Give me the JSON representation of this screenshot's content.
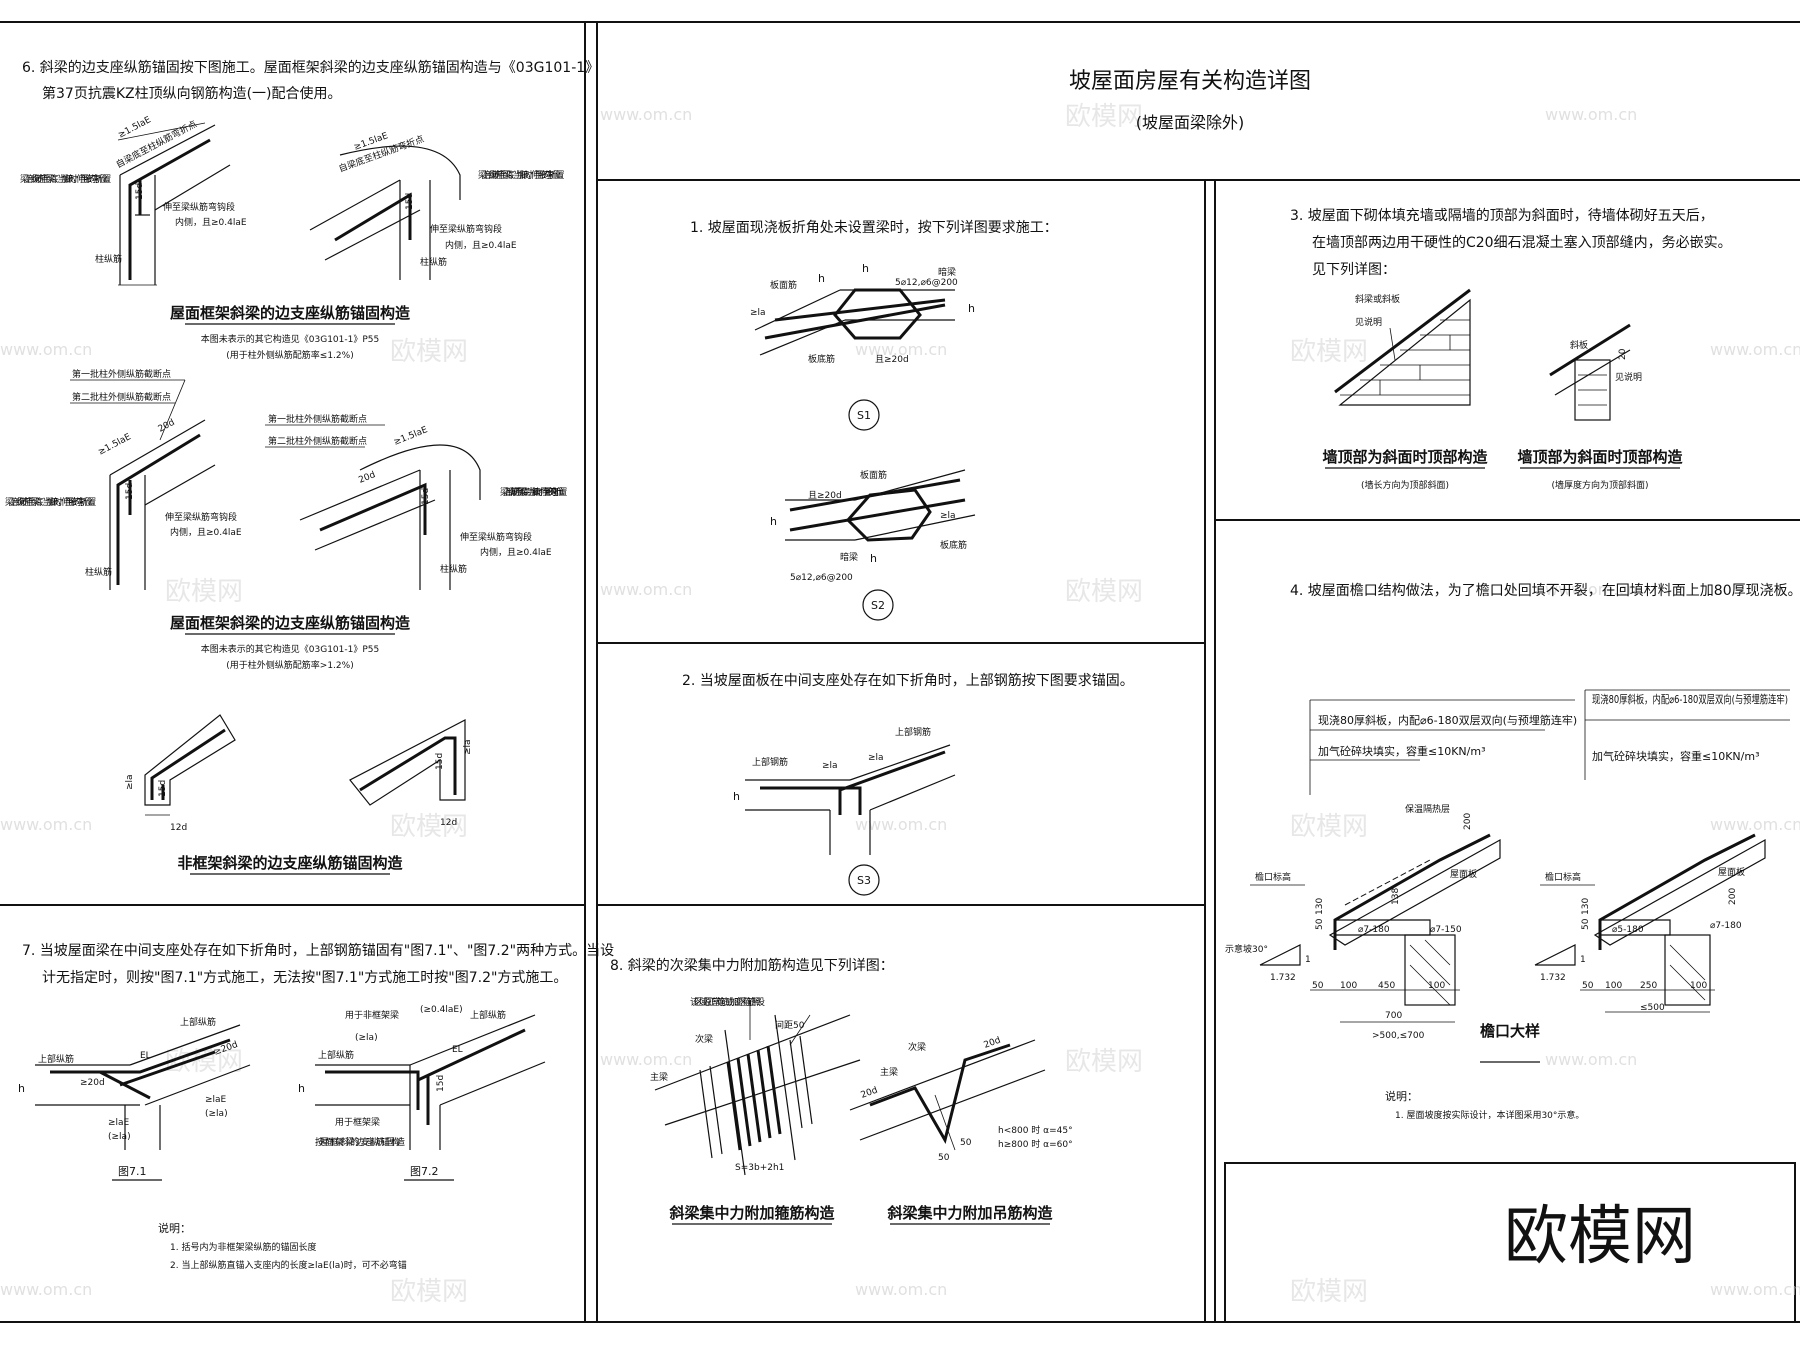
{
  "sheet": {
    "title": "坡屋面房屋有关构造详图",
    "subtitle": "(坡屋面梁除外)",
    "logo_text": "欧模网"
  },
  "watermarks": [
    "www.om.cn",
    "欧模网"
  ],
  "sections": {
    "s6": {
      "text_line1": "6. 斜梁的边支座纵筋锚固按下图施工。屋面框架斜梁的边支座纵筋锚固构造与《03G101-1》",
      "text_line2": "第37页抗震KZ柱顶纵向钢筋构造(一)配合使用。",
      "caption_a": "屋面框架斜梁的边支座纵筋锚固构造",
      "note_a1": "本图未表示的其它构造见《03G101-1》P55",
      "note_a2": "(用于柱外侧纵筋配筋率≤1.2%)",
      "caption_b": "屋面框架斜梁的边支座纵筋锚固构造",
      "note_b1": "本图未表示的其它构造见《03G101-1》P55",
      "note_b2": "(用于柱外侧纵筋配筋率>1.2%)",
      "caption_c": "非框架斜梁的边支座纵筋锚固构造",
      "labels": {
        "l15lae": "≥1.5laE",
        "l15d": "15d",
        "l12d": "12d",
        "lla": "≥la",
        "kz_top": "柱纵筋",
        "beam_top": "梁上部纵筋伸至梁底，当加腋时，伸至腋的弯折位置。",
        "inner": "内侧，且≥0.4laE",
        "extend": "伸至梁纵筋弯钩段",
        "self": "自梁底至柱纵筋弯折点",
        "first_cut": "第一批柱外侧纵筋截断点",
        "second_cut": "第二批柱外侧纵筋截断点",
        "l20d": "20d"
      }
    },
    "s7": {
      "text_line1": "7. 当坡屋面梁在中间支座处存在如下折角时，上部钢筋锚固有\"图7.1\"、\"图7.2\"两种方式。当设",
      "text_line2": "计无指定时，则按\"图7.1\"方式施工，无法按\"图7.1\"方式施工时按\"图7.2\"方式施工。",
      "fig1": "图7.1",
      "fig2": "图7.2",
      "labels": {
        "top_bar": "上部纵筋",
        "l20d": "≥20d",
        "llae": "≥laE",
        "lla": "(≥la)",
        "frame_use": "用于非框架梁",
        "frame_use2": "用于框架梁",
        "slope_ref": "按屋面框架斜梁的边支座纵筋锚固构造",
        "el": "EL",
        "l04": "(≥0.4laE)",
        "l15d": "15d"
      },
      "note_title": "说明：",
      "note1": "1. 括号内为非框架梁纵筋的锚固长度",
      "note2": "2. 当上部纵筋直锚入支座内的长度≥laE(la)时，可不必弯锚"
    },
    "s1": {
      "text": "1. 坡屋面现浇板折角处未设置梁时，按下列详图要求施工：",
      "labels": {
        "top": "板面筋",
        "bottom": "板底筋",
        "hidden_beam": "暗梁",
        "rebar": "5⌀12,⌀6@200",
        "h": "h",
        "la": "≥la",
        "l20d": "且≥20d"
      },
      "mark1": "S1",
      "mark2": "S2"
    },
    "s2": {
      "text": "2. 当坡屋面板在中间支座处存在如下折角时，上部钢筋按下图要求锚固。",
      "labels": {
        "top": "上部钢筋",
        "la": "≥la",
        "h": "h"
      },
      "mark": "S3"
    },
    "s8": {
      "text": "8. 斜梁的次梁集中力附加筋构造见下列详图：",
      "caption_a": "斜梁集中力附加箍筋构造",
      "caption_b": "斜梁集中力附加吊筋构造",
      "labels": {
        "main": "主梁",
        "secondary": "次梁",
        "zone": "该区域原正常箍筋或加密区箍筋照设",
        "gap": "间距50",
        "s_formula": "S=3b+2h1",
        "angle1": "h<800 时 α=45°",
        "angle2": "h≥800 时 α=60°",
        "l20d": "20d",
        "l50": "50"
      }
    },
    "s3": {
      "text_line1": "3. 坡屋面下砌体填充墙或隔墙的顶部为斜面时，待墙体砌好五天后，",
      "text_line2": "在墙顶部两边用干硬性的C20细石混凝土塞入顶部缝内，务必嵌实。",
      "text_line3": "见下列详图：",
      "caption_a": "墙顶部为斜面时顶部构造",
      "note_a": "(墙长方向为顶部斜面)",
      "caption_b": "墙顶部为斜面时顶部构造",
      "note_b": "(墙厚度方向为顶部斜面)",
      "labels": {
        "slab": "斜梁或斜板",
        "see": "见说明",
        "slab2": "斜板",
        "l20": "20"
      }
    },
    "s4": {
      "text": "4. 坡屋面檐口结构做法，为了檐口处回填不开裂，在回填材料面上加80厚现浇板。",
      "callout1": "现浇80厚斜板，内配⌀6-180双层双向(与预埋筋连牢)",
      "callout2": "加气砼碎块填实，容重≤10KN/m³",
      "caption": "檐口大样",
      "labels": {
        "eave": "檐口标高",
        "insulation": "保温隔热层",
        "roof": "屋面板",
        "r1": "⌀7-180",
        "r2": "⌀7-150",
        "r3": "⌀5-180",
        "ratio": "1.732",
        "one": "1",
        "slope": "示意坡30°",
        "d50": "50",
        "d130": "130",
        "d100": "100",
        "d450": "450",
        "d250": "250",
        "d700": "700",
        "d200": "200",
        "d138": "138",
        "span1": ">500,≤700",
        "span2": "≤500"
      },
      "note_title": "说明：",
      "note1": "1. 屋面坡度按实际设计，本详图采用30°示意。"
    }
  }
}
